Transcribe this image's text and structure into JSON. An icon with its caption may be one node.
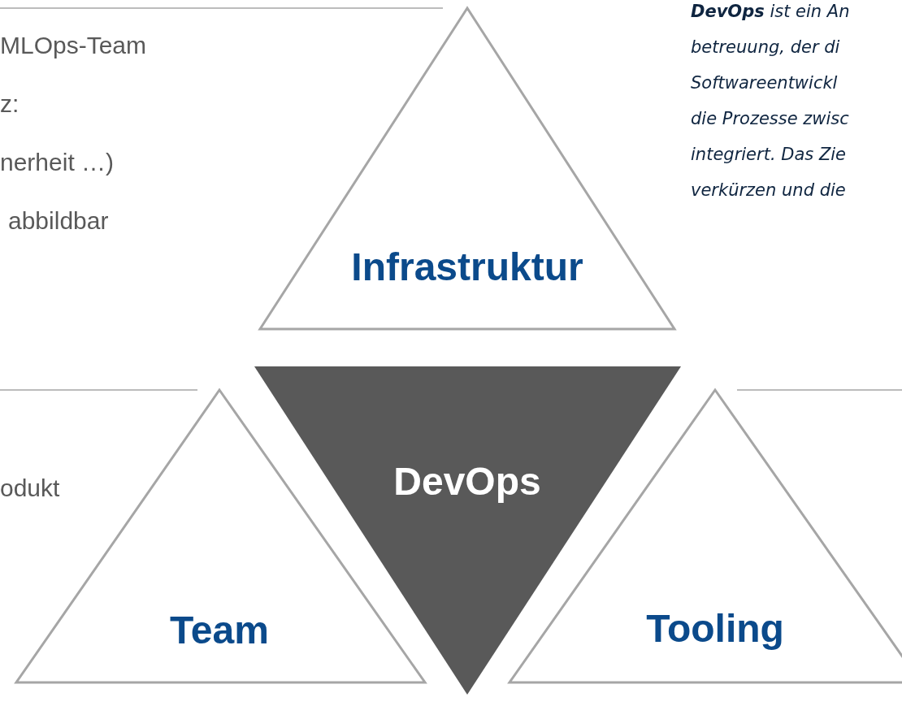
{
  "diagram": {
    "nodes": [
      {
        "text": [
          "Infrastruktur"
        ]
      },
      {
        "text": [
          "DevOps"
        ]
      },
      {
        "text": [
          "Team"
        ]
      },
      {
        "text": [
          "Tooling"
        ]
      }
    ],
    "labels": [
      "MLOps-Team",
      "z:",
      "nerheit …)",
      "abbildbar",
      "**DevOps** ist ein An",
      "betreuung, der di",
      "Softwareentwickl",
      "die Prozesse zwisc",
      "integriert. Das Zie",
      "verkürzen und die",
      "odukt"
    ]
  }
}
